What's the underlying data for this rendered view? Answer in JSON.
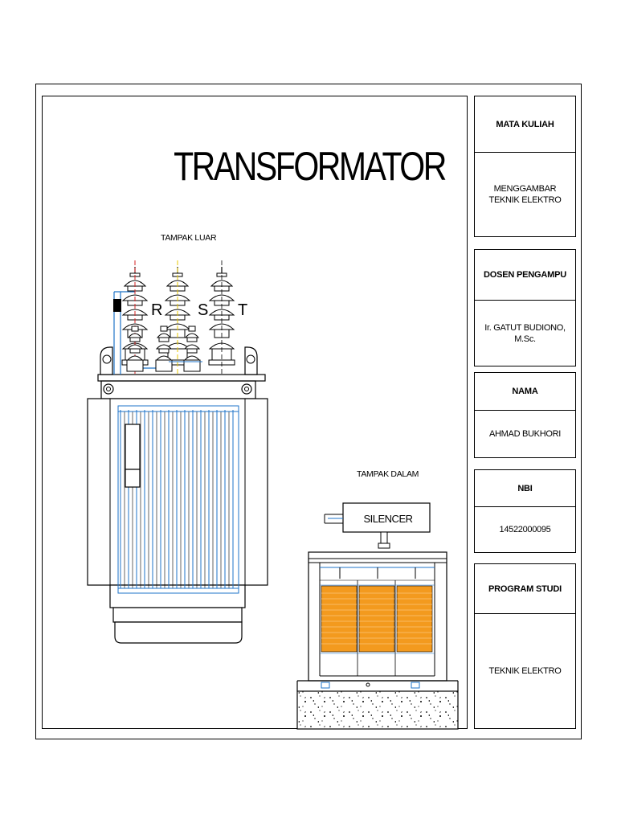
{
  "drawing": {
    "title": "TRANSFORMATOR",
    "outer_view_label": "TAMPAK LUAR",
    "inner_view_label": "TAMPAK DALAM",
    "silencer_label": "SILENCER",
    "phases": [
      "R",
      "S",
      "T"
    ]
  },
  "title_block": {
    "course_header": "MATA KULIAH",
    "course_value": "MENGGAMBAR TEKNIK ELEKTRO",
    "lecturer_header": "DOSEN PENGAMPU",
    "lecturer_value": "Ir. GATUT BUDIONO, M.Sc.",
    "name_header": "NAMA",
    "name_value": "AHMAD BUKHORI",
    "nbi_header": "NBI",
    "nbi_value": "14522000095",
    "program_header": "PROGRAM STUDI",
    "program_value": "TEKNIK ELEKTRO"
  },
  "colors": {
    "line": "#000000",
    "blue": "#1e73c8",
    "red": "#d62020",
    "yellow": "#e8c800",
    "core_orange": "#f39a1e"
  }
}
